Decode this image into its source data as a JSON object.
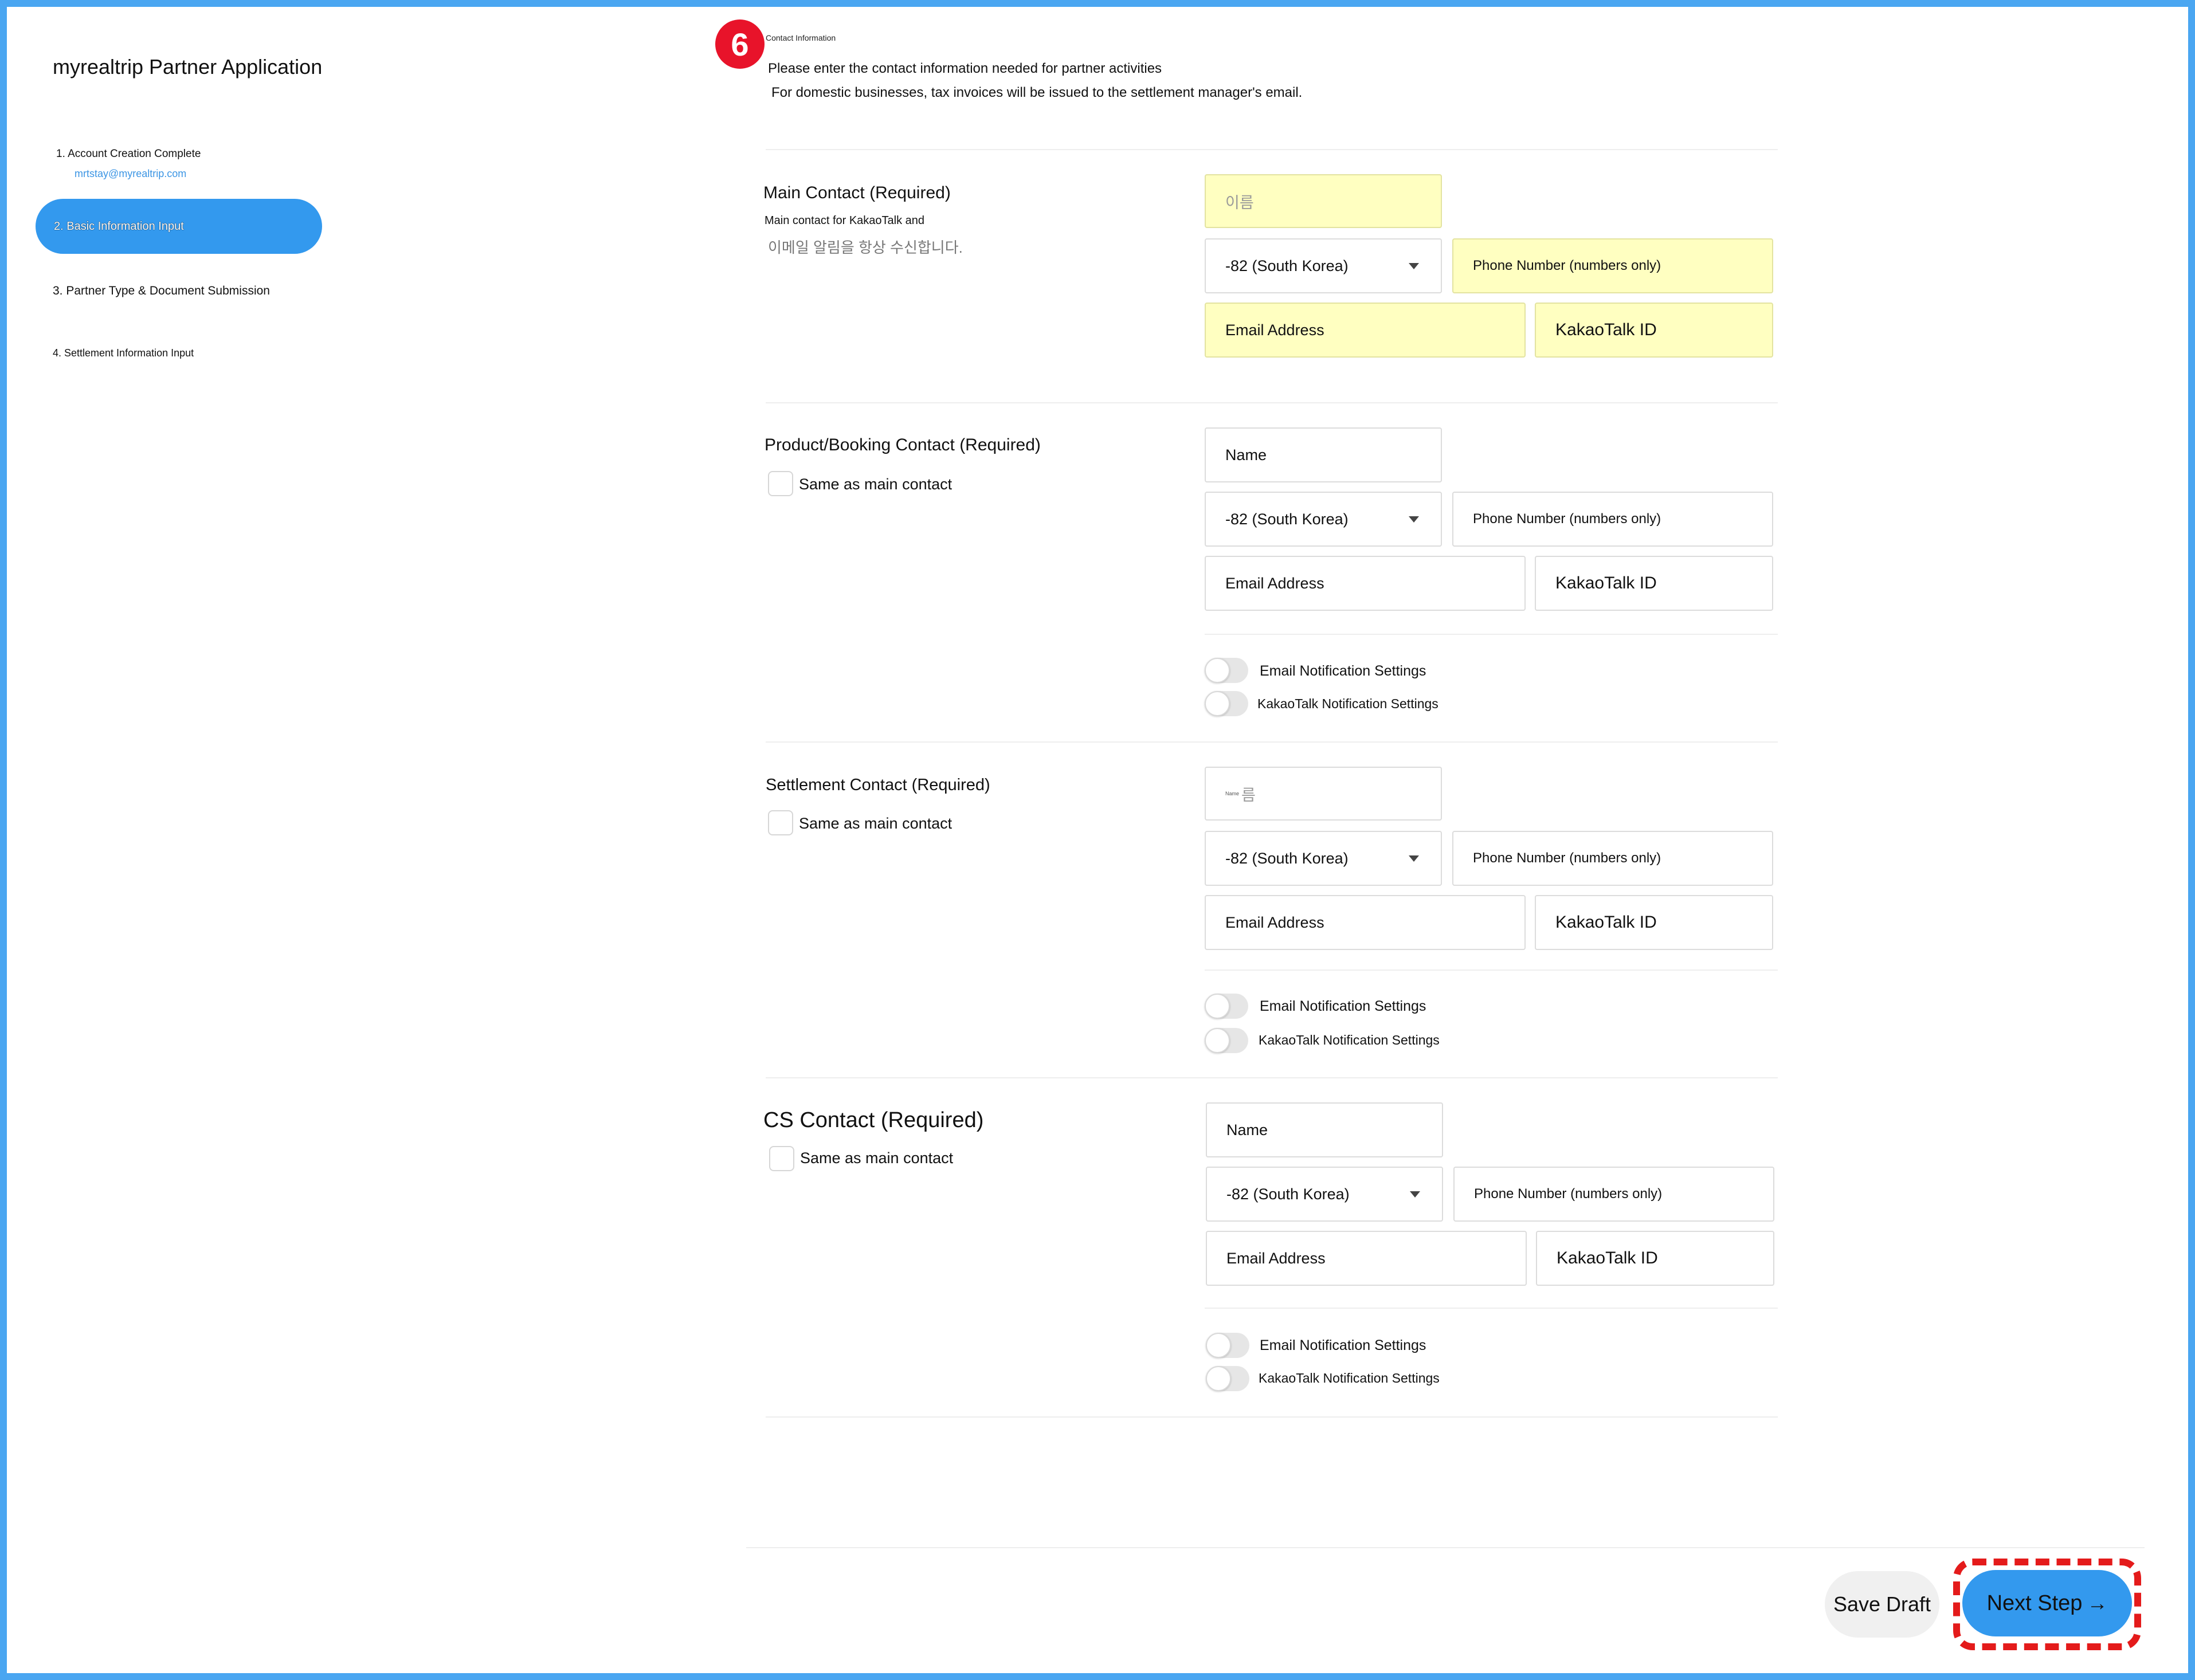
{
  "app": {
    "title": "myrealtrip Partner Application"
  },
  "steps": {
    "step1": "1. Account Creation Complete",
    "step1_email": "mrtstay@myrealtrip.com",
    "step2": "2. Basic Information Input",
    "step3": "3. Partner Type & Document Submission",
    "step4": "4. Settlement Information Input"
  },
  "section": {
    "badge": "6",
    "title": "Contact Information",
    "intro1": "Please enter the contact information needed for partner activities",
    "intro2": "For domestic businesses, tax invoices will be issued to the settlement manager's email."
  },
  "main_contact": {
    "title": "Main Contact (Required)",
    "sub": "Main contact for KakaoTalk and",
    "sub_ko": "이메일 알림을 항상 수신합니다.",
    "name_placeholder": "이름",
    "country": "-82 (South Korea)",
    "phone_placeholder": "Phone Number (numbers only)",
    "email_placeholder": "Email Address",
    "kakao_placeholder": "KakaoTalk ID"
  },
  "booking_contact": {
    "title": "Product/Booking Contact (Required)",
    "same_label": "Same as main contact",
    "name_placeholder": "Name",
    "country": "-82 (South Korea)",
    "phone_placeholder": "Phone Number (numbers only)",
    "email_placeholder": "Email Address",
    "kakao_placeholder": "KakaoTalk ID",
    "email_toggle": "Email Notification Settings",
    "kakao_toggle": "KakaoTalk Notification Settings"
  },
  "settlement_contact": {
    "title": "Settlement Contact (Required)",
    "same_label": "Same as main contact",
    "name_small": "Name",
    "name_ko": "름",
    "country": "-82 (South Korea)",
    "phone_placeholder": "Phone Number (numbers only)",
    "email_placeholder": "Email Address",
    "kakao_placeholder": "KakaoTalk ID",
    "email_toggle": "Email Notification Settings",
    "kakao_toggle": "KakaoTalk Notification Settings"
  },
  "cs_contact": {
    "title": "CS Contact (Required)",
    "same_label": "Same as main contact",
    "name_placeholder": "Name",
    "country": "-82 (South Korea)",
    "phone_placeholder": "Phone Number (numbers only)",
    "email_placeholder": "Email Address",
    "kakao_placeholder": "KakaoTalk ID",
    "email_toggle": "Email Notification Settings",
    "kakao_toggle": "KakaoTalk Notification Settings"
  },
  "footer": {
    "save_label": "Save Draft",
    "next_label": "Next Step",
    "next_arrow": "→"
  },
  "colors": {
    "frame": "#4aa6f1",
    "accent": "#3399ee",
    "highlight": "#ffffc1",
    "badge": "#e8132a",
    "annotation": "#e41b1b"
  }
}
